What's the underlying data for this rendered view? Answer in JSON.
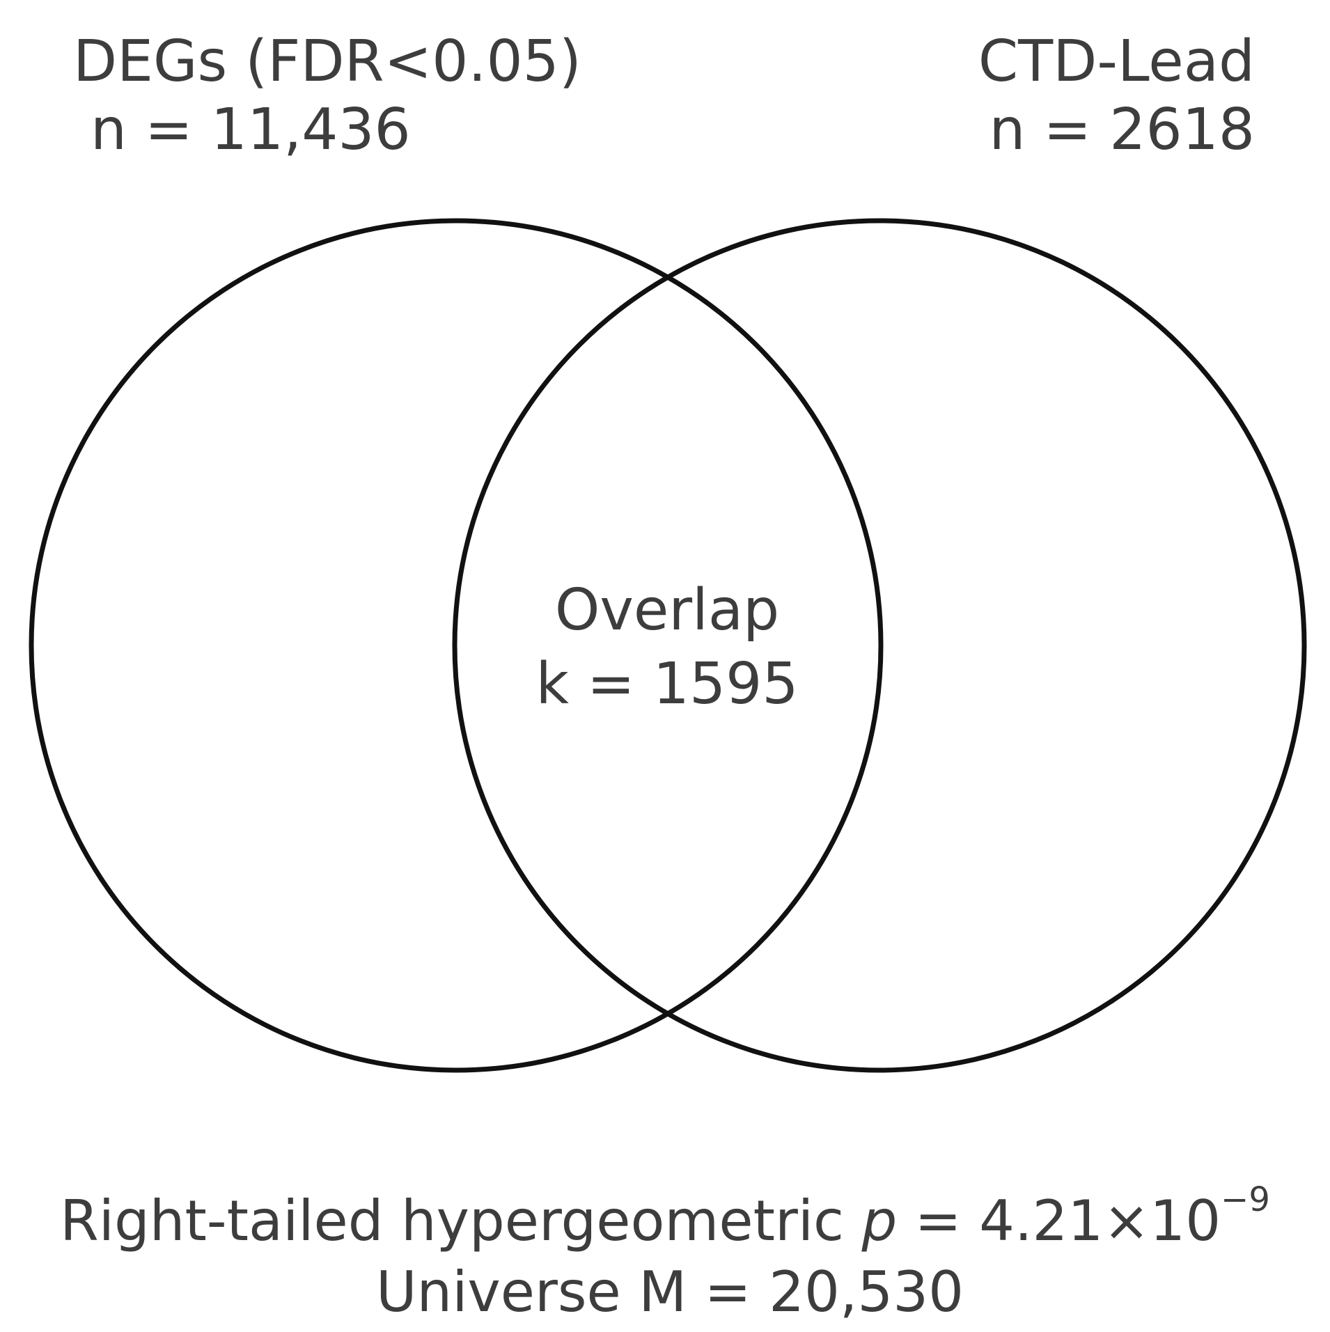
{
  "sets": [
    {
      "title": "DEGs (FDR<0.05)",
      "count_label": "n = 11,436",
      "count": 11436
    },
    {
      "title": "CTD-Lead",
      "count_label": "n = 2618",
      "count": 2618
    }
  ],
  "overlap": {
    "title": "Overlap",
    "count_label": "k = 1595",
    "count": 1595
  },
  "stats": {
    "test_prefix": "Right-tailed hypergeometric ",
    "p_symbol": "p",
    "p_equals": " = 4.21×10",
    "p_exponent": "−9",
    "universe_label": "Universe M = 20,530",
    "universe": 20530
  },
  "colors": {
    "circle_stroke": "#111111",
    "text": "#3d3d3d",
    "background": "#ffffff"
  }
}
